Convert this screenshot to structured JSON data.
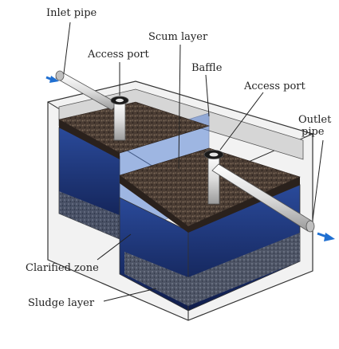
{
  "labels": {
    "inlet_pipe": "Inlet pipe",
    "access_port_left": "Access port",
    "scum_layer": "Scum layer",
    "baffle": "Baffle",
    "access_port_right": "Access port",
    "outlet_pipe_line1": "Outlet",
    "outlet_pipe_line2": "pipe",
    "clarified_zone": "Clarified zone",
    "sludge_layer": "Sludge layer"
  },
  "colors": {
    "tank_wall": "#f2f2f2",
    "tank_outline": "#333333",
    "scum": "#4a3c33",
    "clarified_water": "#1d2f6e",
    "sludge": "#5a6170",
    "pipe": "#dcdcdc",
    "flow_arrow": "#1f6fd1"
  }
}
